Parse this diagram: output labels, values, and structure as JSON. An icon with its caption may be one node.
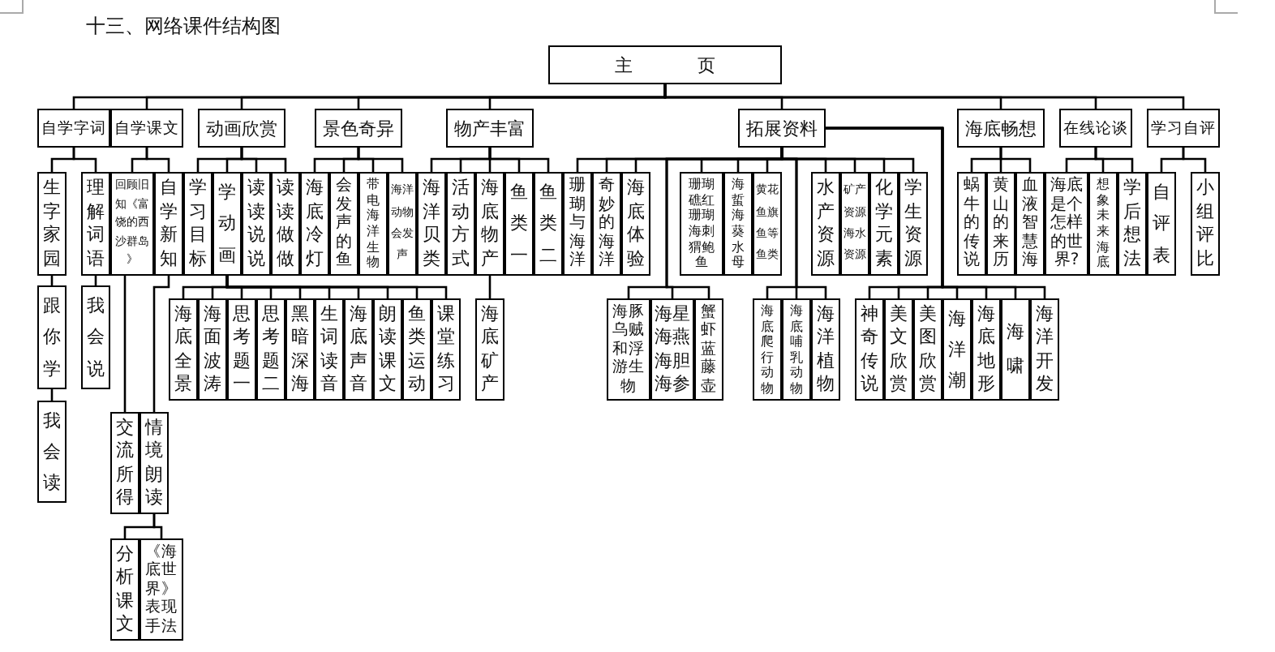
{
  "diagram": {
    "title": "十三、网络课件结构图",
    "nodes": [
      {
        "text": [
          "主页"
        ]
      },
      {
        "text": [
          "自学字词"
        ]
      },
      {
        "text": [
          "自学课文"
        ]
      },
      {
        "text": [
          "动画欣赏"
        ]
      },
      {
        "text": [
          "景色奇异"
        ]
      },
      {
        "text": [
          "物产丰富"
        ]
      },
      {
        "text": [
          "拓展资料"
        ]
      },
      {
        "text": [
          "海底畅想"
        ]
      },
      {
        "text": [
          "在线论谈"
        ]
      },
      {
        "text": [
          "学习自评"
        ]
      },
      {
        "text": [
          "生字家园"
        ]
      },
      {
        "text": [
          "理解词语"
        ]
      },
      {
        "text": [
          "回顾旧知《富饶的西沙群岛》"
        ]
      },
      {
        "text": [
          "自学新知"
        ]
      },
      {
        "text": [
          "学习目标"
        ]
      },
      {
        "text": [
          "学动画"
        ]
      },
      {
        "text": [
          "读读说说"
        ]
      },
      {
        "text": [
          "读读做做"
        ]
      },
      {
        "text": [
          "海底冷灯"
        ]
      },
      {
        "text": [
          "会发声的鱼"
        ]
      },
      {
        "text": [
          "带电海洋生物"
        ]
      },
      {
        "text": [
          "海洋动物会发声"
        ]
      },
      {
        "text": [
          "海洋贝类"
        ]
      },
      {
        "text": [
          "活动方式"
        ]
      },
      {
        "text": [
          "海底物产"
        ]
      },
      {
        "text": [
          "鱼类一"
        ]
      },
      {
        "text": [
          "鱼类二"
        ]
      },
      {
        "text": [
          "珊瑚与海洋"
        ]
      },
      {
        "text": [
          "奇妙的海洋"
        ]
      },
      {
        "text": [
          "海底体验"
        ]
      },
      {
        "text": [
          "珊瑚礁红珊瑚海刺猬鲍鱼"
        ]
      },
      {
        "text": [
          "海蜇海葵水母"
        ]
      },
      {
        "text": [
          "黄花鱼旗鱼等鱼类"
        ]
      },
      {
        "text": [
          "水产资源"
        ]
      },
      {
        "text": [
          "矿产资源海水资源"
        ]
      },
      {
        "text": [
          "化学元素"
        ]
      },
      {
        "text": [
          "学生资源"
        ]
      },
      {
        "text": [
          "蜗牛的传说"
        ]
      },
      {
        "text": [
          "黄山的来历"
        ]
      },
      {
        "text": [
          "血液智慧海"
        ]
      },
      {
        "text": [
          "海底是个怎样的世界?"
        ]
      },
      {
        "text": [
          "想象未来海底"
        ]
      },
      {
        "text": [
          "学后想法"
        ]
      },
      {
        "text": [
          "自评表"
        ]
      },
      {
        "text": [
          "小组评比"
        ]
      },
      {
        "text": [
          "跟你学"
        ]
      },
      {
        "text": [
          "我会说"
        ]
      },
      {
        "text": [
          "海底全景"
        ]
      },
      {
        "text": [
          "海面波涛"
        ]
      },
      {
        "text": [
          "思考题一"
        ]
      },
      {
        "text": [
          "思考题二"
        ]
      },
      {
        "text": [
          "黑暗深海"
        ]
      },
      {
        "text": [
          "生词读音"
        ]
      },
      {
        "text": [
          "海底声音"
        ]
      },
      {
        "text": [
          "朗读课文"
        ]
      },
      {
        "text": [
          "鱼类运动"
        ]
      },
      {
        "text": [
          "课堂练习"
        ]
      },
      {
        "text": [
          "海底矿产"
        ]
      },
      {
        "text": [
          "海豚乌贼和浮游生物"
        ]
      },
      {
        "text": [
          "海星海燕海胆海参"
        ]
      },
      {
        "text": [
          "蟹虾蓝藤壶"
        ]
      },
      {
        "text": [
          "海底爬行动物"
        ]
      },
      {
        "text": [
          "海底哺乳动物"
        ]
      },
      {
        "text": [
          "海洋植物"
        ]
      },
      {
        "text": [
          "神奇传说"
        ]
      },
      {
        "text": [
          "美文欣赏"
        ]
      },
      {
        "text": [
          "美图欣赏"
        ]
      },
      {
        "text": [
          "海洋潮"
        ]
      },
      {
        "text": [
          "海底地形"
        ]
      },
      {
        "text": [
          "海啸"
        ]
      },
      {
        "text": [
          "海洋开发"
        ]
      },
      {
        "text": [
          "我会读"
        ]
      },
      {
        "text": [
          "交流所得"
        ]
      },
      {
        "text": [
          "情境朗读"
        ]
      },
      {
        "text": [
          "分析课文"
        ]
      },
      {
        "text": [
          "《海底世界》表现手法"
        ]
      }
    ],
    "edges": [
      {
        "from": 0,
        "to": 1,
        "arrow": "none"
      },
      {
        "from": 0,
        "to": 2,
        "arrow": "none"
      },
      {
        "from": 0,
        "to": 3,
        "arrow": "none"
      },
      {
        "from": 0,
        "to": 4,
        "arrow": "none"
      },
      {
        "from": 0,
        "to": 5,
        "arrow": "none"
      },
      {
        "from": 0,
        "to": 6,
        "arrow": "none"
      },
      {
        "from": 0,
        "to": 7,
        "arrow": "none"
      },
      {
        "from": 0,
        "to": 8,
        "arrow": "none"
      },
      {
        "from": 0,
        "to": 9,
        "arrow": "none"
      },
      {
        "from": 1,
        "to": 10,
        "arrow": "none"
      },
      {
        "from": 1,
        "to": 11,
        "arrow": "none"
      },
      {
        "from": 2,
        "to": 12,
        "arrow": "none"
      },
      {
        "from": 2,
        "to": 13,
        "arrow": "none"
      },
      {
        "from": 3,
        "to": 14,
        "arrow": "none"
      },
      {
        "from": 3,
        "to": 15,
        "arrow": "none"
      },
      {
        "from": 3,
        "to": 16,
        "arrow": "none"
      },
      {
        "from": 3,
        "to": 17,
        "arrow": "none"
      },
      {
        "from": 4,
        "to": 18,
        "arrow": "none"
      },
      {
        "from": 4,
        "to": 19,
        "arrow": "none"
      },
      {
        "from": 4,
        "to": 20,
        "arrow": "none"
      },
      {
        "from": 4,
        "to": 21,
        "arrow": "none"
      },
      {
        "from": 5,
        "to": 22,
        "arrow": "none"
      },
      {
        "from": 5,
        "to": 23,
        "arrow": "none"
      },
      {
        "from": 5,
        "to": 24,
        "arrow": "none"
      },
      {
        "from": 5,
        "to": 25,
        "arrow": "none"
      },
      {
        "from": 5,
        "to": 26,
        "arrow": "none"
      },
      {
        "from": 6,
        "to": 27,
        "arrow": "none"
      },
      {
        "from": 6,
        "to": 28,
        "arrow": "none"
      },
      {
        "from": 6,
        "to": 29,
        "arrow": "none"
      },
      {
        "from": 6,
        "to": 30,
        "arrow": "none"
      },
      {
        "from": 6,
        "to": 31,
        "arrow": "none"
      },
      {
        "from": 6,
        "to": 32,
        "arrow": "none"
      },
      {
        "from": 6,
        "to": 33,
        "arrow": "none"
      },
      {
        "from": 6,
        "to": 34,
        "arrow": "none"
      },
      {
        "from": 6,
        "to": 35,
        "arrow": "none"
      },
      {
        "from": 6,
        "to": 36,
        "arrow": "none"
      },
      {
        "from": 7,
        "to": 37,
        "arrow": "none"
      },
      {
        "from": 7,
        "to": 38,
        "arrow": "none"
      },
      {
        "from": 7,
        "to": 39,
        "arrow": "none"
      },
      {
        "from": 8,
        "to": 40,
        "arrow": "none"
      },
      {
        "from": 8,
        "to": 41,
        "arrow": "none"
      },
      {
        "from": 8,
        "to": 42,
        "arrow": "none"
      },
      {
        "from": 9,
        "to": 43,
        "arrow": "none"
      },
      {
        "from": 9,
        "to": 44,
        "arrow": "none"
      },
      {
        "from": 10,
        "to": 45,
        "arrow": "none"
      },
      {
        "from": 11,
        "to": 46,
        "arrow": "none"
      },
      {
        "from": 15,
        "to": 47,
        "arrow": "none"
      },
      {
        "from": 15,
        "to": 48,
        "arrow": "none"
      },
      {
        "from": 15,
        "to": 49,
        "arrow": "none"
      },
      {
        "from": 15,
        "to": 50,
        "arrow": "none"
      },
      {
        "from": 15,
        "to": 51,
        "arrow": "none"
      },
      {
        "from": 15,
        "to": 52,
        "arrow": "none"
      },
      {
        "from": 15,
        "to": 53,
        "arrow": "none"
      },
      {
        "from": 15,
        "to": 54,
        "arrow": "none"
      },
      {
        "from": 15,
        "to": 55,
        "arrow": "none"
      },
      {
        "from": 15,
        "to": 56,
        "arrow": "none"
      },
      {
        "from": 24,
        "to": 57,
        "arrow": "none"
      },
      {
        "from": 6,
        "to": 58,
        "arrow": "none"
      },
      {
        "from": 6,
        "to": 59,
        "arrow": "none"
      },
      {
        "from": 6,
        "to": 60,
        "arrow": "none"
      },
      {
        "from": 6,
        "to": 61,
        "arrow": "none"
      },
      {
        "from": 6,
        "to": 62,
        "arrow": "none"
      },
      {
        "from": 6,
        "to": 63,
        "arrow": "none"
      },
      {
        "from": 6,
        "to": 64,
        "arrow": "none"
      },
      {
        "from": 6,
        "to": 65,
        "arrow": "none"
      },
      {
        "from": 6,
        "to": 66,
        "arrow": "none"
      },
      {
        "from": 6,
        "to": 67,
        "arrow": "none"
      },
      {
        "from": 6,
        "to": 68,
        "arrow": "none"
      },
      {
        "from": 6,
        "to": 69,
        "arrow": "none"
      },
      {
        "from": 6,
        "to": 70,
        "arrow": "none"
      },
      {
        "from": 45,
        "to": 71,
        "arrow": "none"
      },
      {
        "from": 12,
        "to": 72,
        "arrow": "none"
      },
      {
        "from": 13,
        "to": 73,
        "arrow": "none"
      },
      {
        "from": 73,
        "to": 74,
        "arrow": "none"
      },
      {
        "from": 73,
        "to": 75,
        "arrow": "none"
      }
    ]
  }
}
